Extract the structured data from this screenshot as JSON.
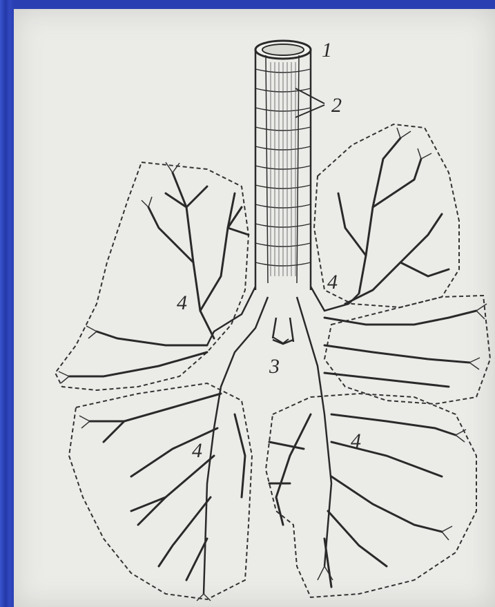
{
  "figure": {
    "labels": {
      "trachea": "1",
      "cartilage_rings": "2",
      "main_bronchi": "3",
      "lobe_upper_right": "4",
      "lobe_upper_left": "4",
      "lobe_lower_right": "4",
      "lobe_lower_left": "4"
    }
  },
  "colors": {
    "slide_background": "#2a3fb2",
    "paper": "#ebebe8",
    "ink": "#2a2a2a"
  }
}
